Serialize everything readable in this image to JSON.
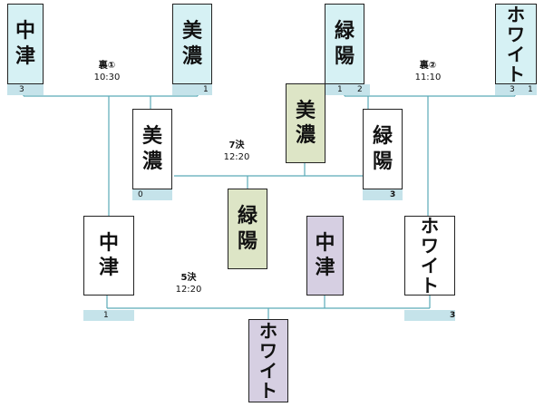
{
  "teams": {
    "top_nakatsu": {
      "chars": [
        "中",
        "津"
      ]
    },
    "top_mino": {
      "chars": [
        "美",
        "濃"
      ]
    },
    "top_ryokuyo": {
      "chars": [
        "緑",
        "陽"
      ]
    },
    "top_white": {
      "chars": [
        "ホ",
        "ワ",
        "イ",
        "ト"
      ]
    },
    "mid_mino": {
      "chars": [
        "美",
        "濃"
      ]
    },
    "mid_ryokuyo": {
      "chars": [
        "緑",
        "陽"
      ]
    },
    "sf_nakatsu": {
      "chars": [
        "中",
        "津"
      ]
    },
    "sf_white": {
      "chars": [
        "ホ",
        "ワ",
        "イ",
        "ト"
      ]
    },
    "res_mino": {
      "chars": [
        "美",
        "濃"
      ]
    },
    "res_ryokuyo": {
      "chars": [
        "緑",
        "陽"
      ]
    },
    "res_nakatsu": {
      "chars": [
        "中",
        "津"
      ]
    },
    "res_white": {
      "chars": [
        "ホ",
        "ワ",
        "イ",
        "ト"
      ]
    }
  },
  "scores": {
    "top_nakatsu": "3",
    "top_mino": "1",
    "top_ryokuyo_left": "1",
    "top_ryokuyo_right": "2",
    "top_white_left": "3",
    "top_white_right": "1",
    "mid_mino": "0",
    "mid_ryokuyo": "3",
    "sf_nakatsu": "1",
    "sf_white": "3"
  },
  "matches": {
    "ura1": {
      "name": "裏①",
      "time": "10:30"
    },
    "ura2": {
      "name": "裏②",
      "time": "11:10"
    },
    "ketsu7": {
      "name": "7決",
      "time": "12:20"
    },
    "ketsu5": {
      "name": "5決",
      "time": "12:20"
    }
  },
  "colors": {
    "winner_blue": "#d6f1f4",
    "seventh_green": "#dde5c6",
    "fifth_purple": "#d6cfe2",
    "score_bar": "#c5e3ea",
    "line": "#5aaab8"
  }
}
